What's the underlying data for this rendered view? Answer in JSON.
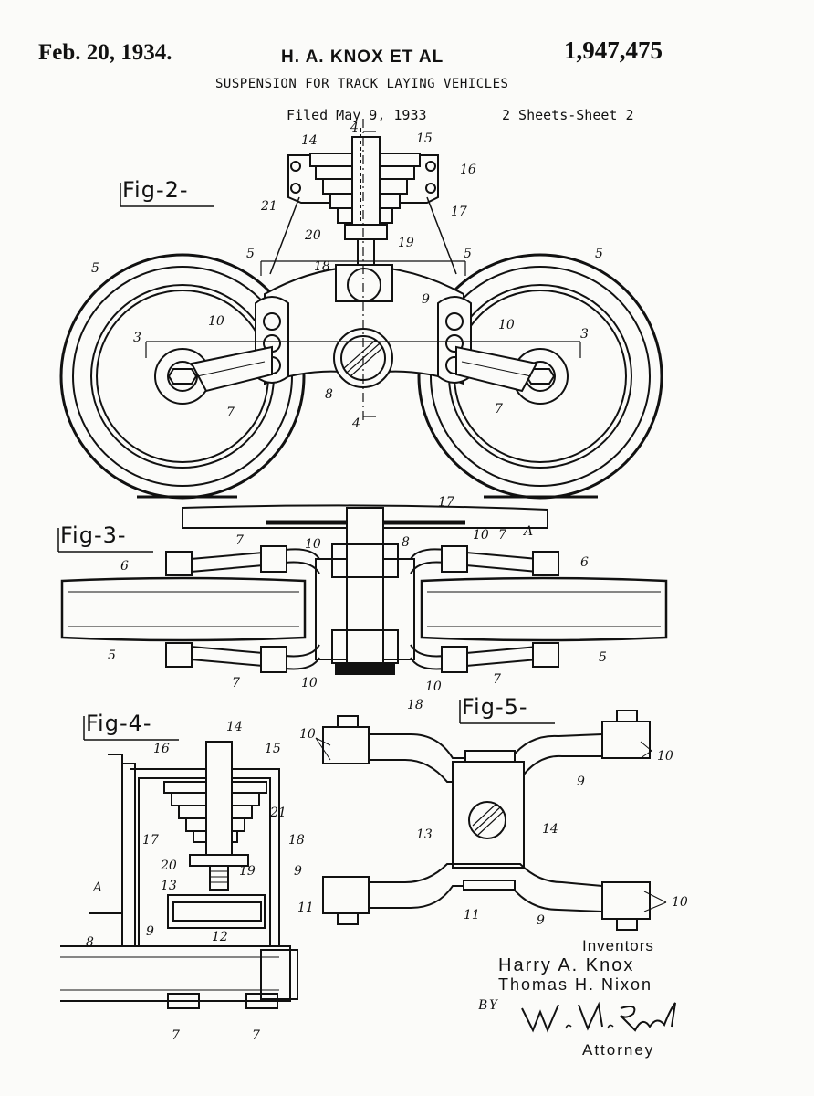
{
  "header": {
    "date": "Feb. 20, 1934.",
    "inventors": "H. A. KNOX ET AL",
    "patent_number": "1,947,475",
    "title": "SUSPENSION FOR TRACK LAYING VEHICLES",
    "filed": "Filed May 9, 1933",
    "sheets": "2 Sheets-Sheet 2"
  },
  "figures": {
    "fig2": "Fig-2-",
    "fig3": "Fig-3-",
    "fig4": "Fig-4-",
    "fig5": "Fig-5-"
  },
  "labels": {
    "n3": "3",
    "n4": "4",
    "n5": "5",
    "n6": "6",
    "n7": "7",
    "n8": "8",
    "n9": "9",
    "n10": "10",
    "n11": "11",
    "n12": "12",
    "n13": "13",
    "n14": "14",
    "n15": "15",
    "n16": "16",
    "n17": "17",
    "n18": "18",
    "n19": "19",
    "n20": "20",
    "n21": "21",
    "A": "A"
  },
  "signature": {
    "caption": "Inventors",
    "inventor1": "Harry A. Knox",
    "inventor2": "Thomas H. Nixon",
    "by": "BY",
    "attorney_signature": "W. N. Roach",
    "attorney_caption": "Attorney"
  }
}
